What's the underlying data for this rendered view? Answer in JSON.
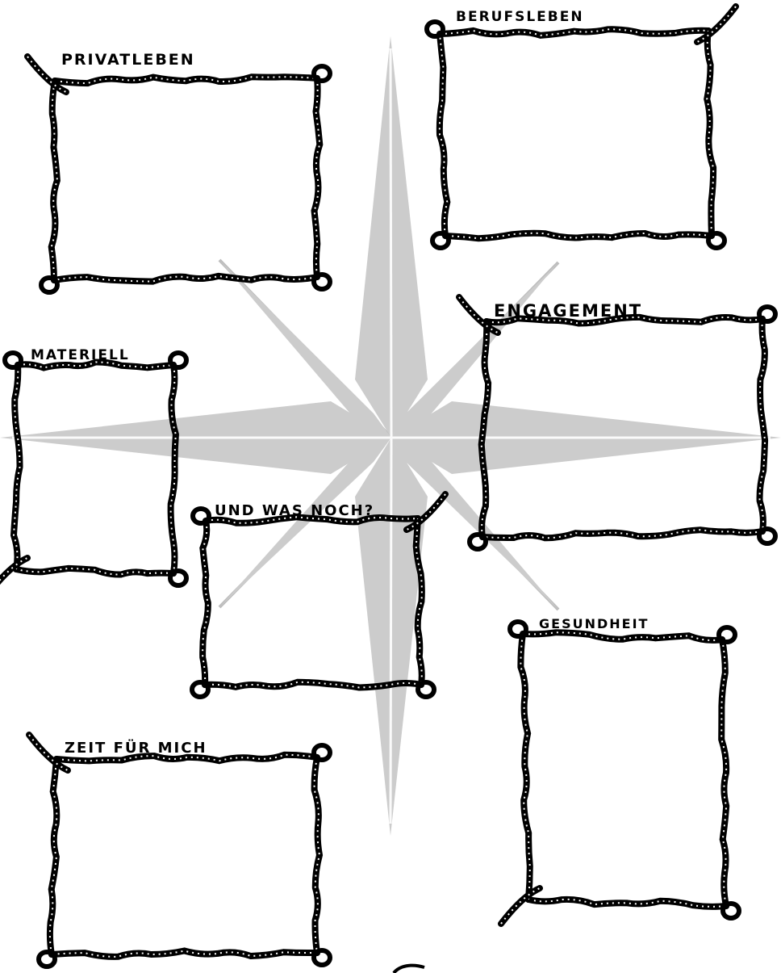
{
  "colors": {
    "background": "#ffffff",
    "rope": "#000000",
    "rope_highlight": "#ffffff",
    "compass": "#cccccc",
    "compass_line": "#bdbdbd"
  },
  "compass_icon": "compass-rose-icon",
  "boxes": {
    "privatleben": {
      "label": "PRIVATLEBEN"
    },
    "berufsleben": {
      "label": "BERUFSLEBEN"
    },
    "materiell": {
      "label": "MATERIELL"
    },
    "engagement": {
      "label": "ENGAGEMENT"
    },
    "und_was_noch": {
      "label": "UND WAS NOCH?"
    },
    "gesundheit": {
      "label": "GESUNDHEIT"
    },
    "zeit_fuer_mich": {
      "label": "ZEIT FÜR MICH"
    }
  }
}
